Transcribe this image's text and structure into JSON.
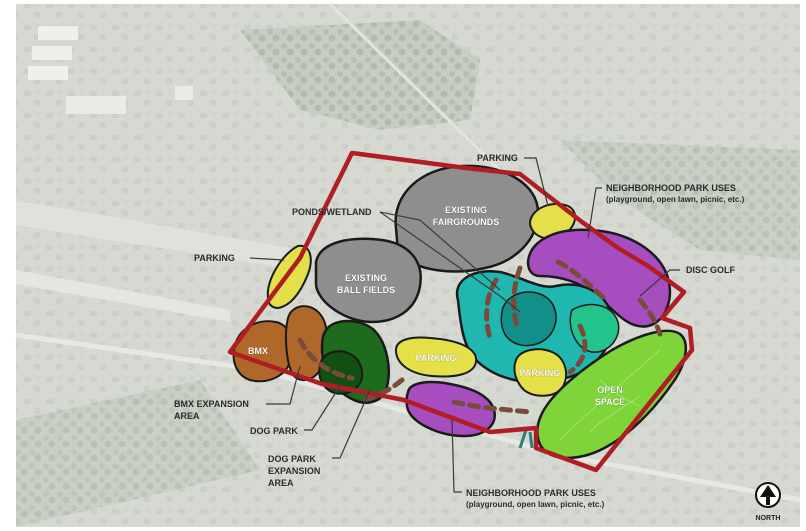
{
  "colors": {
    "boundary": "#b01e23",
    "parking": "#e3e04a",
    "existing": "#8e8e8e",
    "neighborhood": "#a64dc0",
    "wetland": "#1fb7b0",
    "bmx": "#b0682a",
    "dog_park": "#1e6b1e",
    "open_space": "#7fd43a",
    "trail": "#7a4b3a"
  },
  "labels": {
    "parking_top": "PARKING",
    "neighborhood_top_1": "NEIGHBORHOOD PARK USES",
    "neighborhood_top_2": "(playground, open lawn, picnic, etc.)",
    "ponds": "PONDS/WETLAND",
    "parking_left": "PARKING",
    "disc_golf": "DISC GOLF",
    "bmx_exp_1": "BMX EXPANSION",
    "bmx_exp_2": "AREA",
    "dog_park": "DOG PARK",
    "dog_exp_1": "DOG PARK",
    "dog_exp_2": "EXPANSION",
    "dog_exp_3": "AREA",
    "neighborhood_bottom_1": "NEIGHBORHOOD PARK USES",
    "neighborhood_bottom_2": "(playground, open lawn, picnic, etc.)"
  },
  "zones": {
    "fairgrounds_1": "EXISTING",
    "fairgrounds_2": "FAIRGROUNDS",
    "ballfields_1": "EXISTING",
    "ballfields_2": "BALL FIELDS",
    "bmx": "BMX",
    "parking_center": "PARKING",
    "parking_right": "PARKING",
    "open_space_1": "OPEN",
    "open_space_2": "SPACE"
  },
  "north": {
    "label": "NORTH",
    "icon": "north-arrow-icon"
  }
}
